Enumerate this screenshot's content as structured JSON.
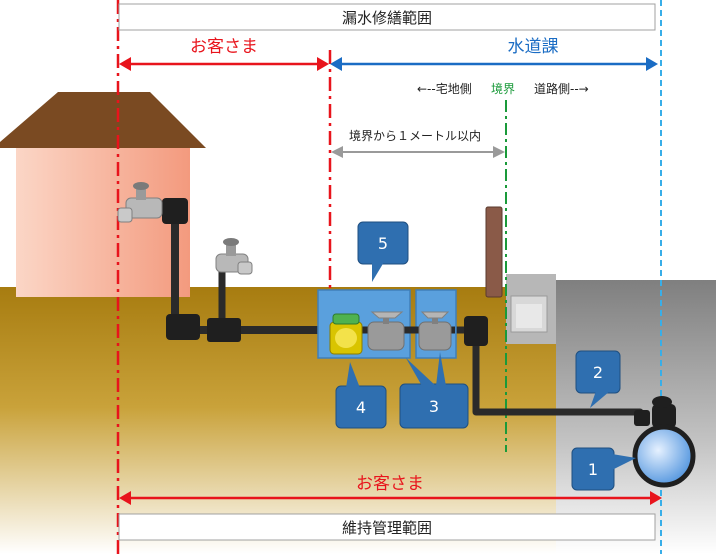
{
  "title_top": "漏水修繕範囲",
  "title_bottom": "維持管理範囲",
  "zones": {
    "customer_top": "お客さま",
    "water_dept": "水道課",
    "customer_bottom": "お客さま"
  },
  "labels": {
    "left_side": "←‐‐宅地側",
    "boundary": "境界",
    "right_side": "道路側‐‐→",
    "within_1m": "境界から１メートル以内"
  },
  "callouts": [
    "1",
    "2",
    "3",
    "4",
    "5"
  ],
  "colors": {
    "red": "#e8141c",
    "blue": "#1a6cc4",
    "callout": "#2f6fb0",
    "green": "#1a9a3a",
    "ground": "#b88a14",
    "road": "#8f8f8f",
    "house": "#f6b39a",
    "roof": "#7a4a22",
    "pipe": "#2a2a2a",
    "box": "#5aa0dd"
  }
}
